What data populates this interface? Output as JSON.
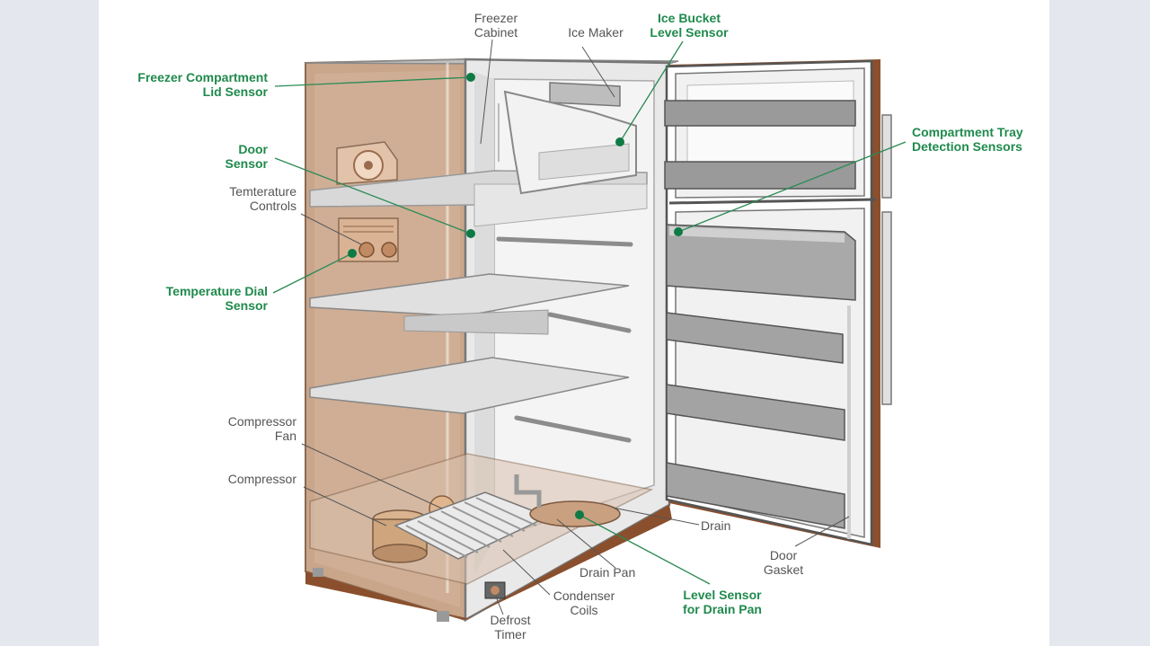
{
  "colors": {
    "background": "#e4e8ee",
    "panel": "#ffffff",
    "sensor_label": "#1f8a4c",
    "sensor_dot": "#0e7a45",
    "part_label": "#555555",
    "cabinet": "#c9a58a",
    "door_trim": "#8a4f2c",
    "metal": "#cfcfcf"
  },
  "labels": {
    "freezer_cabinet": {
      "line1": "Freezer",
      "line2": "Cabinet"
    },
    "ice_maker": {
      "line1": "Ice Maker"
    },
    "ice_bucket": {
      "line1": "Ice Bucket",
      "line2": "Level Sensor"
    },
    "freezer_lid": {
      "line1": "Freezer Compartment",
      "line2": "Lid Sensor"
    },
    "door_sensor": {
      "line1": "Door",
      "line2": "Sensor"
    },
    "temp_controls": {
      "line1": "Temterature",
      "line2": "Controls"
    },
    "temp_dial": {
      "line1": "Temperature Dial",
      "line2": "Sensor"
    },
    "compartment_tray": {
      "line1": "Compartment Tray",
      "line2": "Detection Sensors"
    },
    "compressor_fan": {
      "line1": "Compressor",
      "line2": "Fan"
    },
    "compressor": {
      "line1": "Compressor"
    },
    "drain": {
      "line1": "Drain"
    },
    "drain_pan": {
      "line1": "Drain Pan"
    },
    "door_gasket": {
      "line1": "Door",
      "line2": "Gasket"
    },
    "condenser_coils": {
      "line1": "Condenser",
      "line2": "Coils"
    },
    "level_sensor": {
      "line1": "Level Sensor",
      "line2": "for Drain Pan"
    },
    "defrost_timer": {
      "line1": "Defrost",
      "line2": "Timer"
    }
  }
}
